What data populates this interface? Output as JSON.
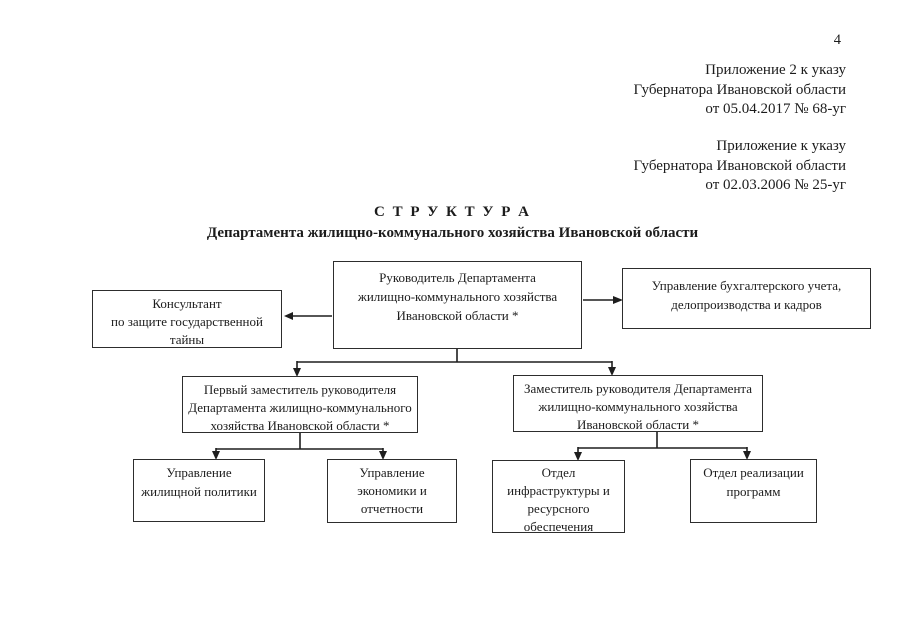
{
  "page": {
    "number": "4"
  },
  "annotations": [
    {
      "lines": [
        "Приложение 2 к указу",
        "Губернатора Ивановской области",
        "от 05.04.2017 № 68-уг"
      ]
    },
    {
      "lines": [
        "Приложение к указу",
        "Губернатора Ивановской области",
        "от 02.03.2006 № 25-уг"
      ]
    }
  ],
  "title": {
    "line1": "С Т Р У К Т У Р А",
    "line2": "Департамента жилищно-коммунального хозяйства Ивановской области"
  },
  "org_chart": {
    "boxes": {
      "head": {
        "lines": [
          "Руководитель Департамента",
          "жилищно-коммунального хозяйства",
          "Ивановской области *"
        ]
      },
      "consultant": {
        "lines": [
          "Консультант",
          "по защите государственной",
          "тайны"
        ]
      },
      "accounting": {
        "lines": [
          "Управление бухгалтерского учета,",
          "делопроизводства и кадров"
        ]
      },
      "first_deputy": {
        "lines": [
          "Первый заместитель руководителя",
          "Департамента жилищно-коммунального",
          "хозяйства Ивановской области *"
        ]
      },
      "deputy": {
        "lines": [
          "Заместитель руководителя Департамента",
          "жилищно-коммунального хозяйства",
          "Ивановской области *"
        ]
      },
      "housing": {
        "lines": [
          "Управление",
          "жилищной политики"
        ]
      },
      "economics": {
        "lines": [
          "Управление",
          "экономики и",
          "отчетности"
        ]
      },
      "infra": {
        "lines": [
          "Отдел",
          "инфраструктуры и",
          "ресурсного",
          "обеспечения"
        ]
      },
      "programs": {
        "lines": [
          "Отдел реализации",
          "программ"
        ]
      }
    }
  },
  "colors": {
    "background": "#ffffff",
    "text": "#1c1c1c",
    "box_border": "#2d2d2d",
    "connector_line": "#1e1e1e"
  }
}
